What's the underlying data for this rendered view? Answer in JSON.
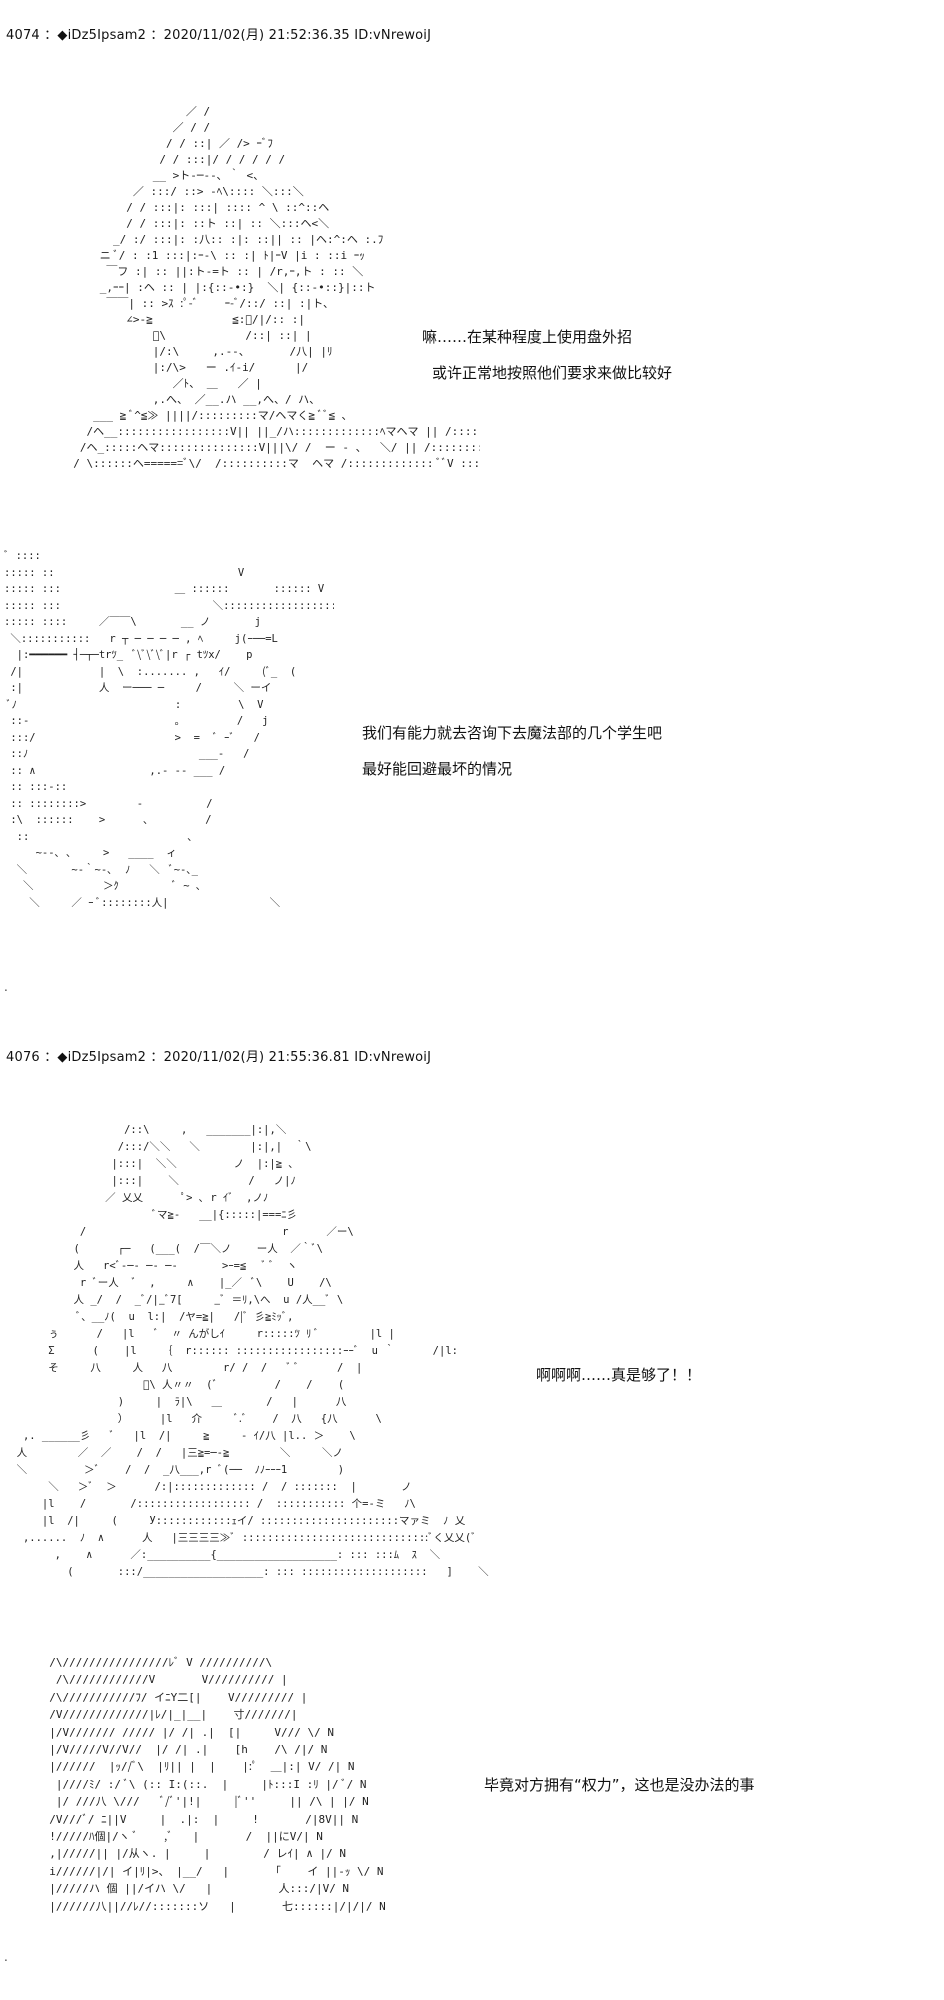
{
  "post1": {
    "header": "4074 ：◆iDz5Ipsam2 ：2020/11/02(月) 21:52:36.35 ID:vNrewoiJ",
    "art_top": "                   ／ /\n                 ／ / /\n                / / ::| ／ /> ｰﾞﾌ\n               / / :::|/ / / / / /\n              __ >ト‐─‐-､ ｀ <、\n           ／ :::/ ::> -ﾍ\\:::: ＼:::＼ \n          / / :::|: :::| :::: ^ \\ ::^::ヘ\n          / / :::|: ::ト ::| :: ＼:::ヘ<＼\n        _/ :/ :::|: :八:: :|: ::|| :: |ヘ:^:ヘ :.ﾌ\n      ニ ﾞ/ : :1 :::|:ｰ-\\ :: :| ﾄ|ｰV |i : ::i ｰｯ\n       ￣フ :| :: ||:ト-=ト :: | /r,ｰ,ト : :: ＼\n      _,ｰｰ| :ヘ :: | |:{::-•:}  ＼| {::-•::}|::ト\n       ￣￣| :: >ｽ :ﾟ-ﾞ    ｰ-ﾞ/::/ ::| :|ト､\n          ∠>-≧            ≦:ﾞ/|/:: :|\n              ﾞ\\            /::| ::| |\n              |/:\\     ,.‐-、      /八| |ﾘ\n              |:/\\>   ー .ｲ-i/      |/\n                 ／ﾄ、 ＿   ／ |\n              ,.へ、 ／__.ハ __,へ、/ ハ、\n     ___ ≧ ﾞ^≦≫ ||||/:::::::::マ/ヘマく≧ ﾞﾞ≦ ､\n    /ヘ__:::::::::::::::::V|| ||_/ハ:::::::::::::ﾍマヘマ || /::::::::::::::::::::::::ﾞ/ﾞ|\n   /ヘ_:::::ヘマ:::::::::::::::V|||\\/ /  ー ‐ 、  ＼/ || /:::::::::::::::::::::::::ﾞ/ ﾞ|\n  / \\::::::ヘ======ﾞ\\/  /::::::::::マ  ヘマ /::::::::::::: ﾞﾞV ::::::/ |",
    "line1": "嘛……在某种程度上使用盘外招",
    "line2": "或许正常地按照他们要求来做比较好",
    "art_mid": "ﾞ ::::\n::::: ::                             V\n::::: :::                  ＿ ::::::       :::::: V\n::::: :::                        ＼::::::::::::::::::::::::,\n::::: ::::     ／￣￣\\       __ ノ       j\n ＼:::::::::::   r ┬ ─ ─ ─ ─ , ﾍ     j(ｰ──=L\n  |:━━━━━━ ┤─┬─trﾂ_  ﾞ\\ﾞ\\ﾞ\\ﾞ|r ┌ tﾂx/    p\n /|            |  \\  :....... ,   ｲ/     (ﾞ_  (\n :|            人  ー─── ─     /     ＼ ーイ\n ﾞﾉ                         :         \\  V\n ::-                       ｡         /   j\n :::/                      >  =  ﾞ ｰﾞ   /\n ::ﾉ                           ___-   /\n :: ∧                  ,.- -- ___ /\n :: :::-::\n :: ::::::::>        ‐          /\n :\\  ::::::    >      ､         /\n  ::                         ､\n     ~‐-､ ､     >   ____  ィ\n  ＼       ~-｀~-､  ﾉ   ＼  ﾞ~-､_\n   ＼           ＞ｸ         ﾞ ~ ､\n    ＼     ／ ｰ ﾞ::::::::人|                ＼",
    "line3": "我们有能力就去咨询下去魔法部的几个学生吧",
    "line4": "最好能回避最坏的情况",
    "separator": "."
  },
  "post2": {
    "header": "4076 ：◆iDz5Ipsam2 ：2020/11/02(月) 21:55:36.81 ID:vNrewoiJ",
    "art_top": "                   /::\\     ,   _______|:|,＼\n                  /:::/＼＼   ＼        |:|,|  ｀\\\n                 |:::|  ＼＼         ノ  |:|≧ ､\n                 |:::|    ＼           /   ノ|ﾉ\n                ／ 乂乂      ﾟ> ､ r ｲﾞ  ,ノﾉ\n                        ﾞマ≧-   __|{:::::|===ﾆ彡\n            /                               r      ／ー\\\n           (      ┌─   (___(  /￣＼ノ    ー人  ／｀ﾞ\\\n           人   r<ﾞ-─‐ ─‐ ─‐       >ｰ=≦   ﾞ ﾞ  ヽ\n            r ﾞー人  ﾞ  ,     ∧    |_／  ﾞ\\    U    /\\\n           人 _/  /  _ﾞ/|_ﾞ7[     _ﾞ ＝ﾘ,\\へ  u /人__ﾞ \\\n            ﾞ、__ﾉ(  u  l:|  /ヤ=≧|   /|ﾞ 彡≧ﾐｯﾞ,\n       ぅ      /   |l   ﾞ  〃 んがしｲ     r:::::ﾂ ﾘ ﾞ        |l |\n       Σ      (    |l    ｛  r:::::: :::::::::::::::::ｰｰﾞ  u ｀      /|l:\n       そ     八     人   八        r/ /  /   ﾞ ﾞ      /  |\n                      ﾞ\\ 人〃〃  (ﾞ         /    /    (\n                  )     |  ﾗ|\\   ＿       /   |      八\n                  ）     |l   介     ﾞ.ﾞ    /  八   {八      \\\n   ,. ______彡   ﾞ   |l  /|     ≧     - ｲ/八 |l.. ＞    \\\n  人        ／  ／    /  /   |三≧=─‐≧        ＼     ＼ノ\n  ＼         ＞ﾞ    /  /  _八___,r ﾞ(──  ﾉﾉｰｰｰ1        )\n       ＼   ＞ﾞ  ＞      /:|::::::::::::: /  / :::::::  |       ノ\n      |l    /       /:::::::::::::::::: /  ::::::::::: 个=-ミ   ﾉ\\\n      |l  /|     (     У::::::::::::ｪイ/ ::::::::::::::::::::::マァミ  ﾉ 乂\n   ,......  ﾉ  ∧      人   |三三三三≫ﾞ ::::::::::::::::::::::::::::::ﾞく乂乂(ﾞ\n        ,    ∧      ／:__________{___________________: ::: :::ﾑ  ｽ  ＼\n          (       :::/___________________: ::: ::::::::::::::::::::   ]    ＼",
    "line1": "啊啊啊……真是够了！！",
    "art_bottom": "  /\\////////////////ﾚﾞ V //////////\\\n   /\\////////////V       V////////// |\n  /\\///////////ﾌ/ イﾆY二[|    V///////// |\n  /V/////////////|ﾚ/|_|__|    寸///////|\n  |/V/////// ///// |/ /| .|  [|     V/// \\/ N\n  |/V/////V//V//  |/ /| .|    [h    /\\ /|/ N\n  |//////  |ｯ//ﾞ\\  |ﾘ|| |  |    |:ﾟ  ＿|:| V/ /| N\n   |////ﾐ/ :/ ﾞ\\ (:: I:(::.  |     |ﾄ:::I :ﾘ |/ ﾞ/ N\n   |/ ///八 \\///   ﾞ/ﾞ'|!|     |ﾞ''     || /\\ | |/ N\n  /V///ﾞ/ ﾆ||V     |  .|:  |     !       /|8V|| N\n  !/////ﾊ個|/ヽ ﾞ    ,ﾞ   |       /  ||にV/| N\n  ,|/////|| |/从ヽ. |     |        / レｲ| ∧ |/ N\n  i//////|/| イ|ﾘ|>、 |__/   |       ｢    イ ||-ｯ \\/ N\n  |/////ハ 個 ||/イハ \\/   |          人:::/|V/ N\n  |//////八||//ﾚ//:::::::ソ   |       七::::::|/|/|/ N",
    "line2": "毕竟对方拥有“权力”，这也是没办法的事",
    "separator": "."
  }
}
